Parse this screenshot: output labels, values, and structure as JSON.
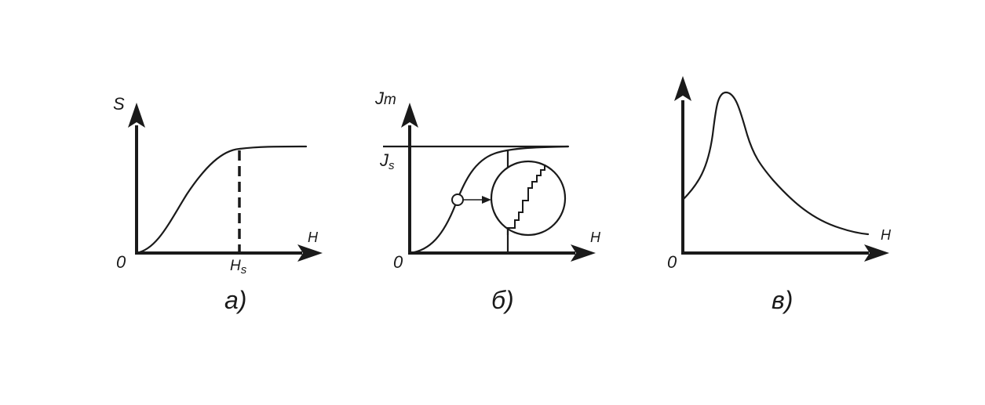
{
  "panels": [
    {
      "caption": "а)",
      "y_axis_label": "S",
      "x_axis_label": "H",
      "origin_label": "0",
      "marker_label_main": "H",
      "marker_label_sub": "s"
    },
    {
      "caption": "б)",
      "y_axis_label_main": "J",
      "y_axis_label_sub": "m",
      "level_label_main": "J",
      "level_label_sub": "s",
      "x_axis_label": "H",
      "origin_label": "0"
    },
    {
      "caption": "в)",
      "x_axis_label": "H",
      "origin_label": "0"
    }
  ],
  "colors": {
    "ink": "#1a1a1a",
    "background": "#ffffff"
  }
}
